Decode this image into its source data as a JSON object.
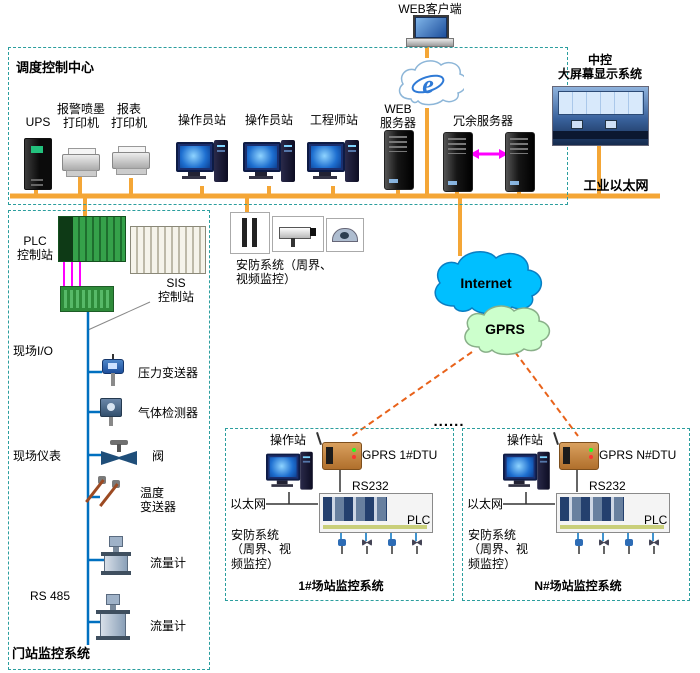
{
  "web_client": {
    "label": "WEB客户端"
  },
  "control_center": {
    "title": "调度控制中心",
    "bus_label": "工业以太网",
    "devices": [
      {
        "label": "UPS"
      },
      {
        "label": "报警喷墨\n打印机"
      },
      {
        "label": "报表\n打印机"
      },
      {
        "label": "操作员站"
      },
      {
        "label": "操作员站"
      },
      {
        "label": "工程师站"
      },
      {
        "label": "WEB\n服务器"
      },
      {
        "label": "冗余服务器"
      }
    ],
    "display_system": {
      "label": "中控\n大屏幕显示系统"
    }
  },
  "gate_station": {
    "plc_label": "PLC\n控制站",
    "sis_label": "SIS\n控制站",
    "field_io_label": "现场I/O",
    "field_instruments_label": "现场仪表",
    "rs485_label": "RS 485",
    "title": "门站监控系统",
    "instruments": [
      {
        "label": "压力变送器"
      },
      {
        "label": "气体检测器"
      },
      {
        "label": "阀"
      },
      {
        "label": "温度\n变送器"
      },
      {
        "label": "流量计"
      },
      {
        "label": "流量计"
      }
    ]
  },
  "security_center": {
    "label": "安防系统（周界、\n视频监控）"
  },
  "internet": {
    "label": "Internet",
    "color": "#00BFFF"
  },
  "gprs": {
    "label": "GPRS",
    "color": "#CCFFCC"
  },
  "ellipsis": "......",
  "stations": [
    {
      "operator_label": "操作站",
      "dtu_label": "GPRS 1#DTU",
      "rs232_label": "RS232",
      "ethernet_label": "以太网",
      "plc_label": "PLC",
      "security_label": "安防系统\n（周界、视\n频监控）",
      "title": "1#场站监控系统"
    },
    {
      "operator_label": "操作站",
      "dtu_label": "GPRS N#DTU",
      "rs232_label": "RS232",
      "ethernet_label": "以太网",
      "plc_label": "PLC",
      "security_label": "安防系统\n（周界、视\n频监控）",
      "title": "N#场站监控系统"
    }
  ],
  "colors": {
    "ethernet_bus": "#F4A636",
    "box_border": "#2B9E9E",
    "gprs_dashed_link": "#E8621A",
    "redundancy_arrow": "#FF00FF",
    "instrument_line": "#0070C0"
  }
}
